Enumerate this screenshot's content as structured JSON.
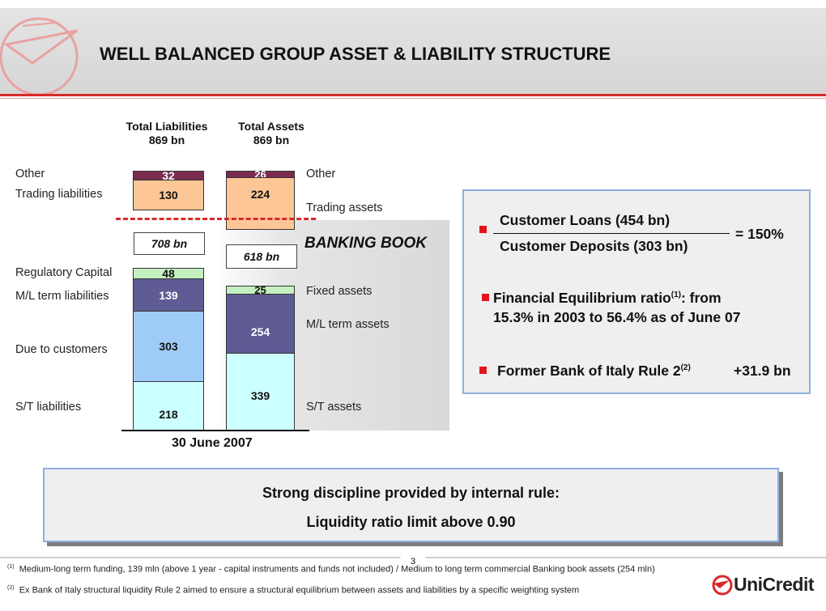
{
  "title": "WELL BALANCED GROUP ASSET & LIABILITY STRUCTURE",
  "columns": {
    "liabilities": {
      "title": "Total Liabilities",
      "total": "869  bn"
    },
    "assets": {
      "title": "Total Assets",
      "total": "869  bn"
    }
  },
  "left_labels": {
    "other": "Other",
    "trading": "Trading liabilities",
    "regulatory": "Regulatory Capital",
    "ml_term": "M/L term liabilities",
    "due": "Due to customers",
    "st": "S/T liabilities"
  },
  "right_labels": {
    "other": "Other",
    "trading": "Trading assets",
    "fixed": "Fixed assets",
    "ml_term": "M/L term assets",
    "st": "S/T assets"
  },
  "banking_boxes": {
    "liabilities": "708  bn",
    "assets": "618  bn"
  },
  "banking_title": "BANKING BOOK",
  "date_label": "30 June 2007",
  "chart_data": {
    "type": "bar",
    "stacked": true,
    "categories": [
      "Total Liabilities",
      "Total Assets"
    ],
    "series": [
      {
        "name": "S/T",
        "values": [
          218,
          339
        ]
      },
      {
        "name": "Due to customers",
        "values": [
          303,
          null
        ]
      },
      {
        "name": "M/L term",
        "values": [
          139,
          254
        ]
      },
      {
        "name": "Regulatory Capital / Fixed assets",
        "values": [
          48,
          25
        ]
      },
      {
        "name": "Trading",
        "values": [
          130,
          224
        ]
      },
      {
        "name": "Other",
        "values": [
          32,
          26
        ]
      }
    ],
    "value_labels": {
      "liab_other": "32",
      "liab_trading": "130",
      "liab_reg": "48",
      "liab_ml": "139",
      "liab_due": "303",
      "liab_st": "218",
      "asset_other": "26",
      "asset_trading": "224",
      "asset_fixed": "25",
      "asset_ml": "254",
      "asset_st": "339"
    },
    "colors": {
      "other": "#7a2c4f",
      "trading": "#fdc696",
      "reg": "#c4f0c0",
      "ml": "#5e5b95",
      "due": "#9fcbf8",
      "st": "#ccffff"
    }
  },
  "ratio_panel": {
    "numerator": "Customer Loans (454 bn)",
    "denominator": "Customer Deposits (303 bn)",
    "result": "= 150%",
    "eq_label": "Financial Equilibrium ratio",
    "eq_sup": "(1)",
    "eq_tail": ": from",
    "eq_line2": "15.3% in 2003 to 56.4% as of June 07",
    "rule2_label": "Former Bank of Italy Rule 2",
    "rule2_sup": "(2)",
    "rule2_value": "+31.9 bn"
  },
  "rule_box": {
    "line1": "Strong discipline provided by internal rule:",
    "line2": "Liquidity ratio limit above 0.90"
  },
  "page_number": "3",
  "footnotes": [
    {
      "mark": "(1)",
      "text": "Medium-long term funding, 139 mln (above 1 year - capital instruments and funds not included) / Medium to long term commercial Banking book assets (254 mln)"
    },
    {
      "mark": "(2)",
      "text": "Ex Bank of Italy structural liquidity Rule 2 aimed to ensure a structural equilibrium between assets and liabilities by a specific weighting system"
    }
  ],
  "brand": "UniCredit",
  "accent_color": "#d82a2a"
}
